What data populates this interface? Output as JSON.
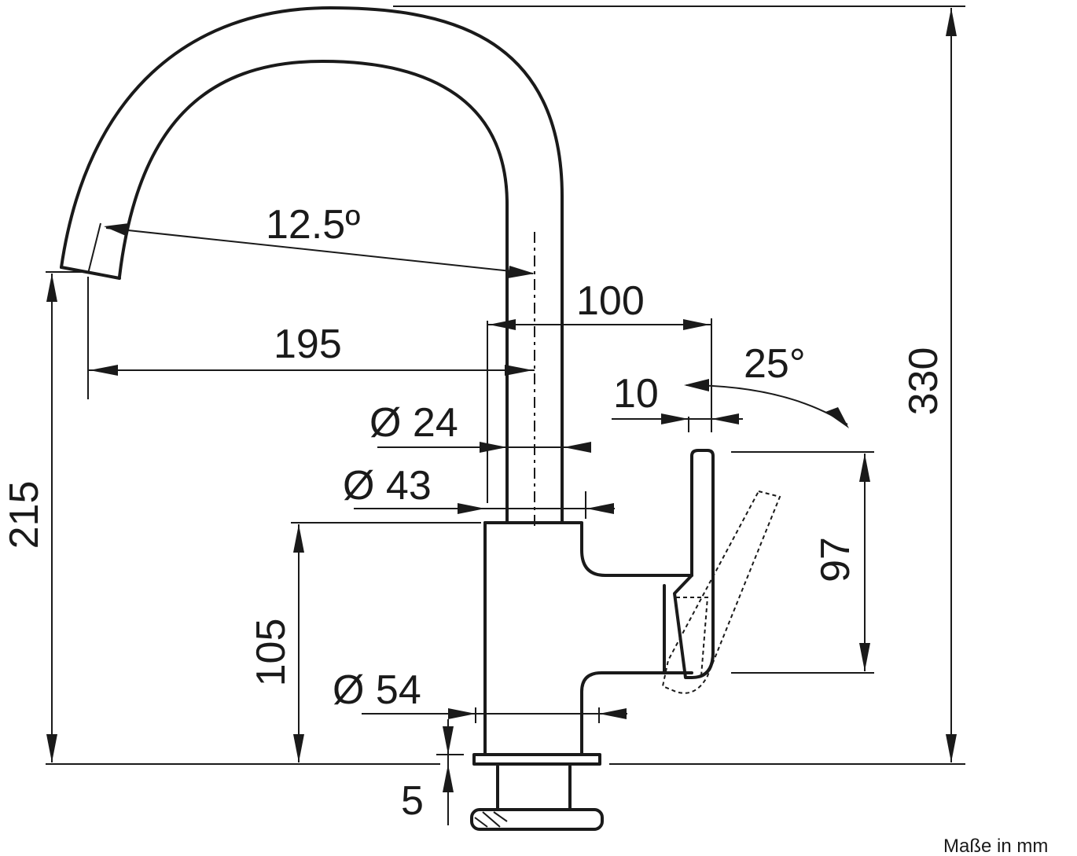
{
  "labels": {
    "angle_spout": "12.5º",
    "offset_100": "100",
    "reach_195": "195",
    "diameter_24": "Ø 24",
    "diameter_43": "Ø 43",
    "diameter_54": "Ø 54",
    "height_330": "330",
    "height_215": "215",
    "height_105": "105",
    "height_97": "97",
    "lever_10": "10",
    "angle_lever": "25°",
    "thickness_5": "5",
    "unit_note": "Maße in mm"
  }
}
